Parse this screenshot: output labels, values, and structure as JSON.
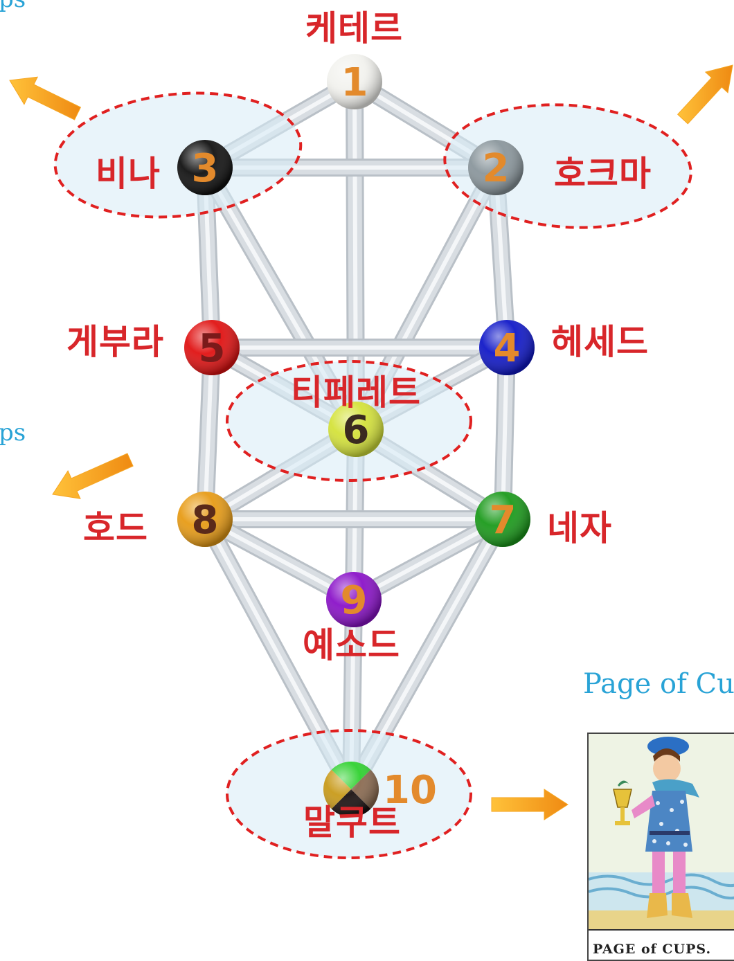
{
  "diagram": {
    "sephirot": [
      {
        "id": 1,
        "number": "1",
        "name": "케테르",
        "ball_color": "#f2f2ee",
        "number_color": "#e38a2c"
      },
      {
        "id": 2,
        "number": "2",
        "name": "호크마",
        "ball_color": "#8a969c",
        "number_color": "#e38a2c"
      },
      {
        "id": 3,
        "number": "3",
        "name": "비나",
        "ball_color": "#111111",
        "number_color": "#e38a2c"
      },
      {
        "id": 4,
        "number": "4",
        "name": "헤세드",
        "ball_color": "#1018c8",
        "number_color": "#e38a2c"
      },
      {
        "id": 5,
        "number": "5",
        "name": "게부라",
        "ball_color": "#e01212",
        "number_color": "#7a1a1a"
      },
      {
        "id": 6,
        "number": "6",
        "name": "티페레트",
        "ball_color": "#d4e23a",
        "number_color": "#3a2a20"
      },
      {
        "id": 7,
        "number": "7",
        "name": "네자",
        "ball_color": "#1b9a1b",
        "number_color": "#e38a2c"
      },
      {
        "id": 8,
        "number": "8",
        "name": "호드",
        "ball_color": "#e79b15",
        "number_color": "#5a2a1a"
      },
      {
        "id": 9,
        "number": "9",
        "name": "예소드",
        "ball_color": "#8a12c8",
        "number_color": "#e38a2c"
      },
      {
        "id": 10,
        "number": "10",
        "name": "말쿠트",
        "ball_color": "#2a1a12",
        "number_color": "#e38a2c"
      }
    ],
    "quadrant_colors": [
      "#2fd12f",
      "#8a6a50",
      "#1a1010",
      "#c89a1a"
    ],
    "label_color": "#d8262a",
    "highlight_color": "#e02020"
  },
  "edge_texts": {
    "top_left": "ps",
    "mid_left": "ps",
    "card_heading": "Page of Cu"
  },
  "card": {
    "caption": "PAGE of CUPS."
  },
  "colors": {
    "arrow": "#f5a623",
    "link_text": "#29a3d6",
    "path": "#d8dde2"
  }
}
